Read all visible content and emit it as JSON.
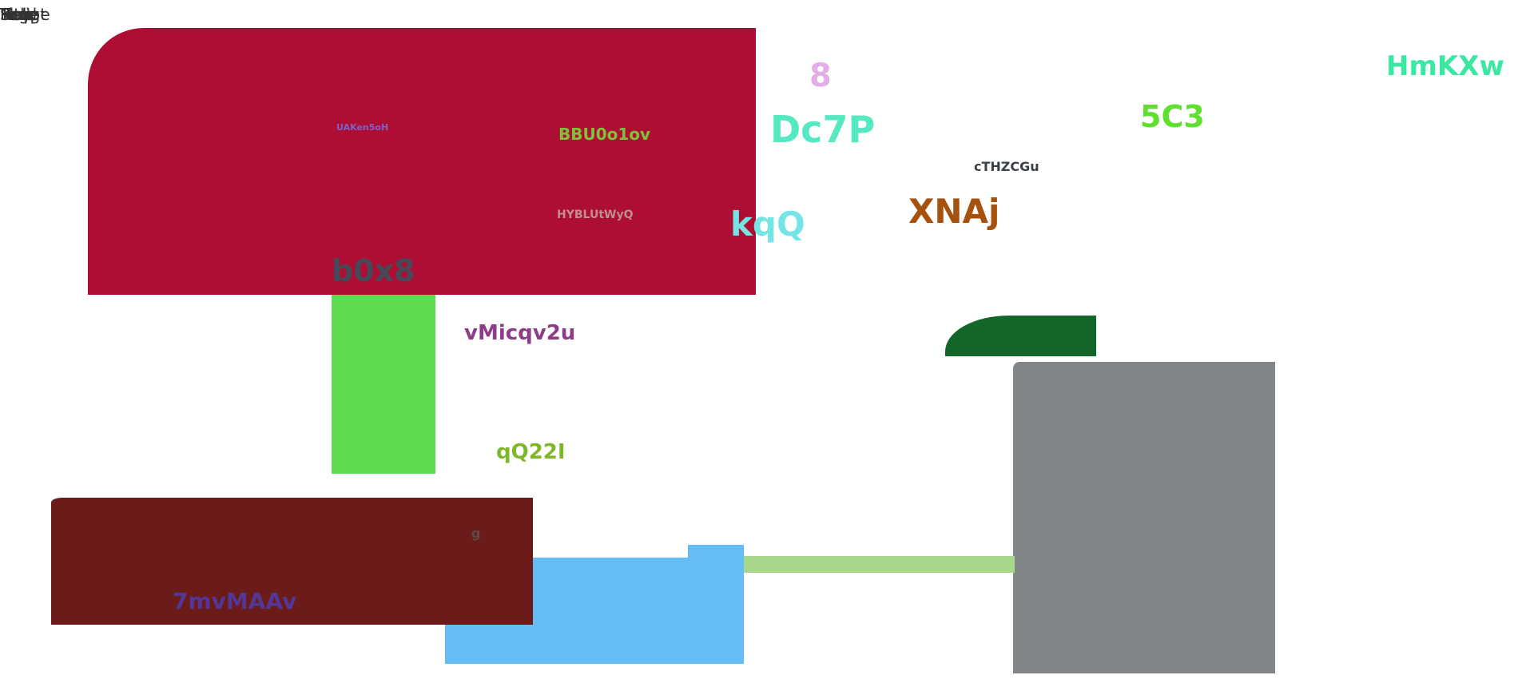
{
  "corner_words": [
    "Script",
    "Map",
    "Image",
    "Page",
    "Note",
    "Field",
    "Title",
    "Text"
  ],
  "labels": {
    "l1": "UAKen5oH",
    "l2": "BBU0o1ov",
    "l3": "HYBLUtWyQ",
    "l4": "b0x8",
    "l5": "8",
    "l6": "Dc7P",
    "l7": "kqQ",
    "l8": "cTHZCGu",
    "l9": "XNAj",
    "l10": "5C3",
    "l11": "HmKXw",
    "l12": "vMicqv2u",
    "l13": "qQ22I",
    "l14": "g",
    "l15": "7mvMAAv"
  },
  "colors": {
    "crimson_block": "#ae0e33",
    "green_block": "#5ddc52",
    "dark_green_tab": "#136629",
    "gray_block": "#828587",
    "maroon_block": "#6a1b1a",
    "blue_block": "#65bdf6",
    "light_green_bar": "#a8d68a"
  }
}
